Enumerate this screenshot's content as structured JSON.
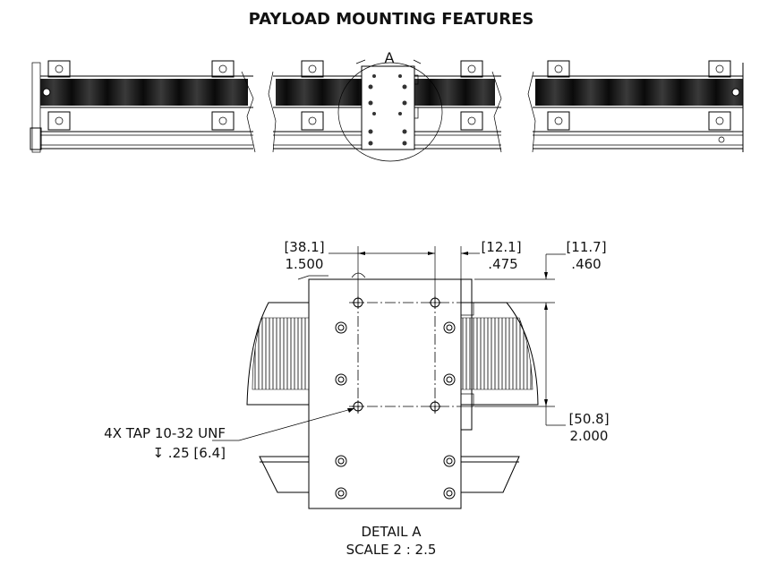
{
  "title": "PAYLOAD MOUNTING FEATURES",
  "detail_marker": "A",
  "dimensions": {
    "hole_spacing_x": {
      "mm": "[38.1]",
      "in": "1.500"
    },
    "edge_offset_x": {
      "mm": "[12.1]",
      "in": ".475"
    },
    "edge_offset_y": {
      "mm": "[11.7]",
      "in": ".460"
    },
    "hole_spacing_y": {
      "mm": "[50.8]",
      "in": "2.000"
    }
  },
  "callout": {
    "line1": "4X TAP 10-32 UNF",
    "line2": "↧ .25 [6.4]"
  },
  "detail_label": {
    "name": "DETAIL A",
    "scale": "SCALE 2 : 2.5"
  },
  "colors": {
    "ink": "#000000",
    "belt": "#1a1a1a"
  }
}
